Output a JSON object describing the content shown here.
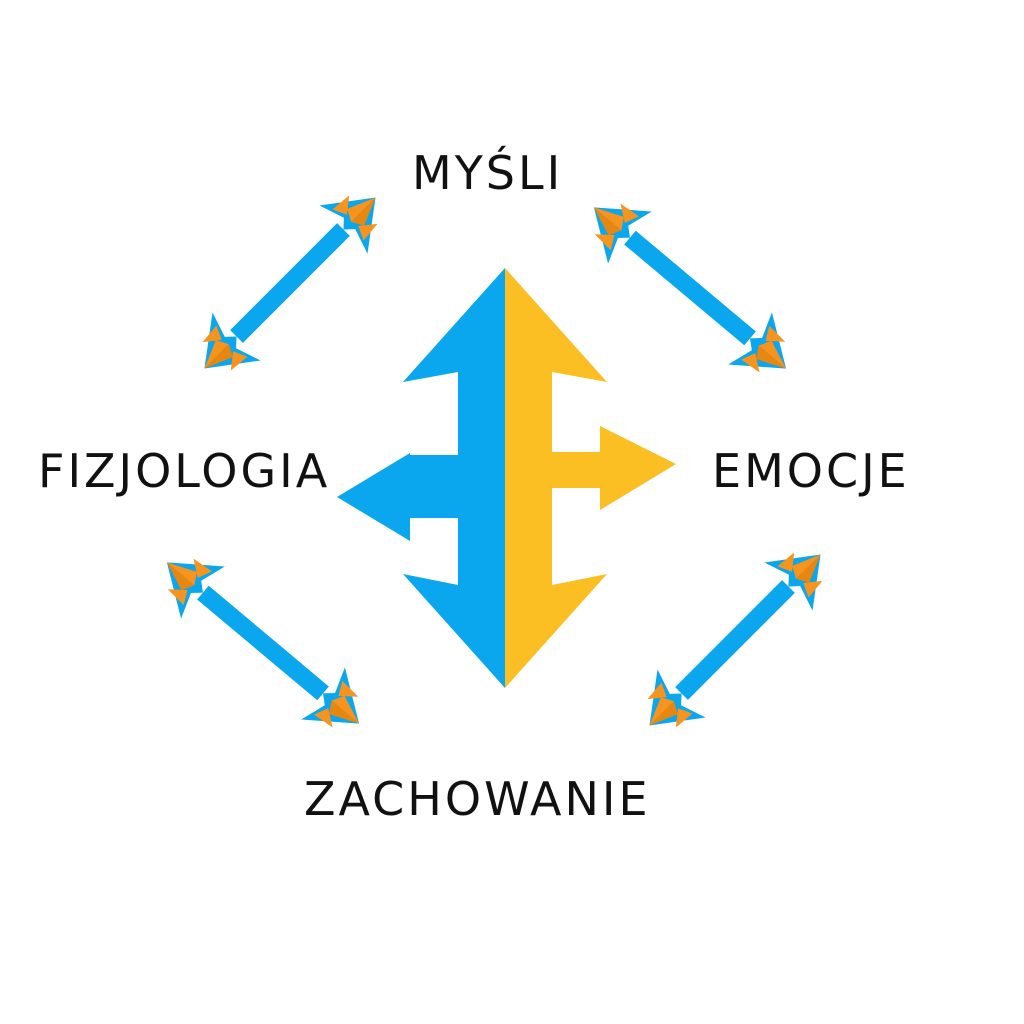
{
  "labels": {
    "top": "MYŚLI",
    "left": "FIZJOLOGIA",
    "right": "EMOCJE",
    "bottom": "ZACHOWANIE"
  },
  "colors": {
    "background": "#ffffff",
    "blue": "#0aa6ee",
    "yellow": "#fbbf24",
    "orange": "#f7941d",
    "text": "#111111"
  },
  "icons": {
    "center": "split-four-way-arrow-icon",
    "connectors": "double-headed-arrow-icon"
  }
}
